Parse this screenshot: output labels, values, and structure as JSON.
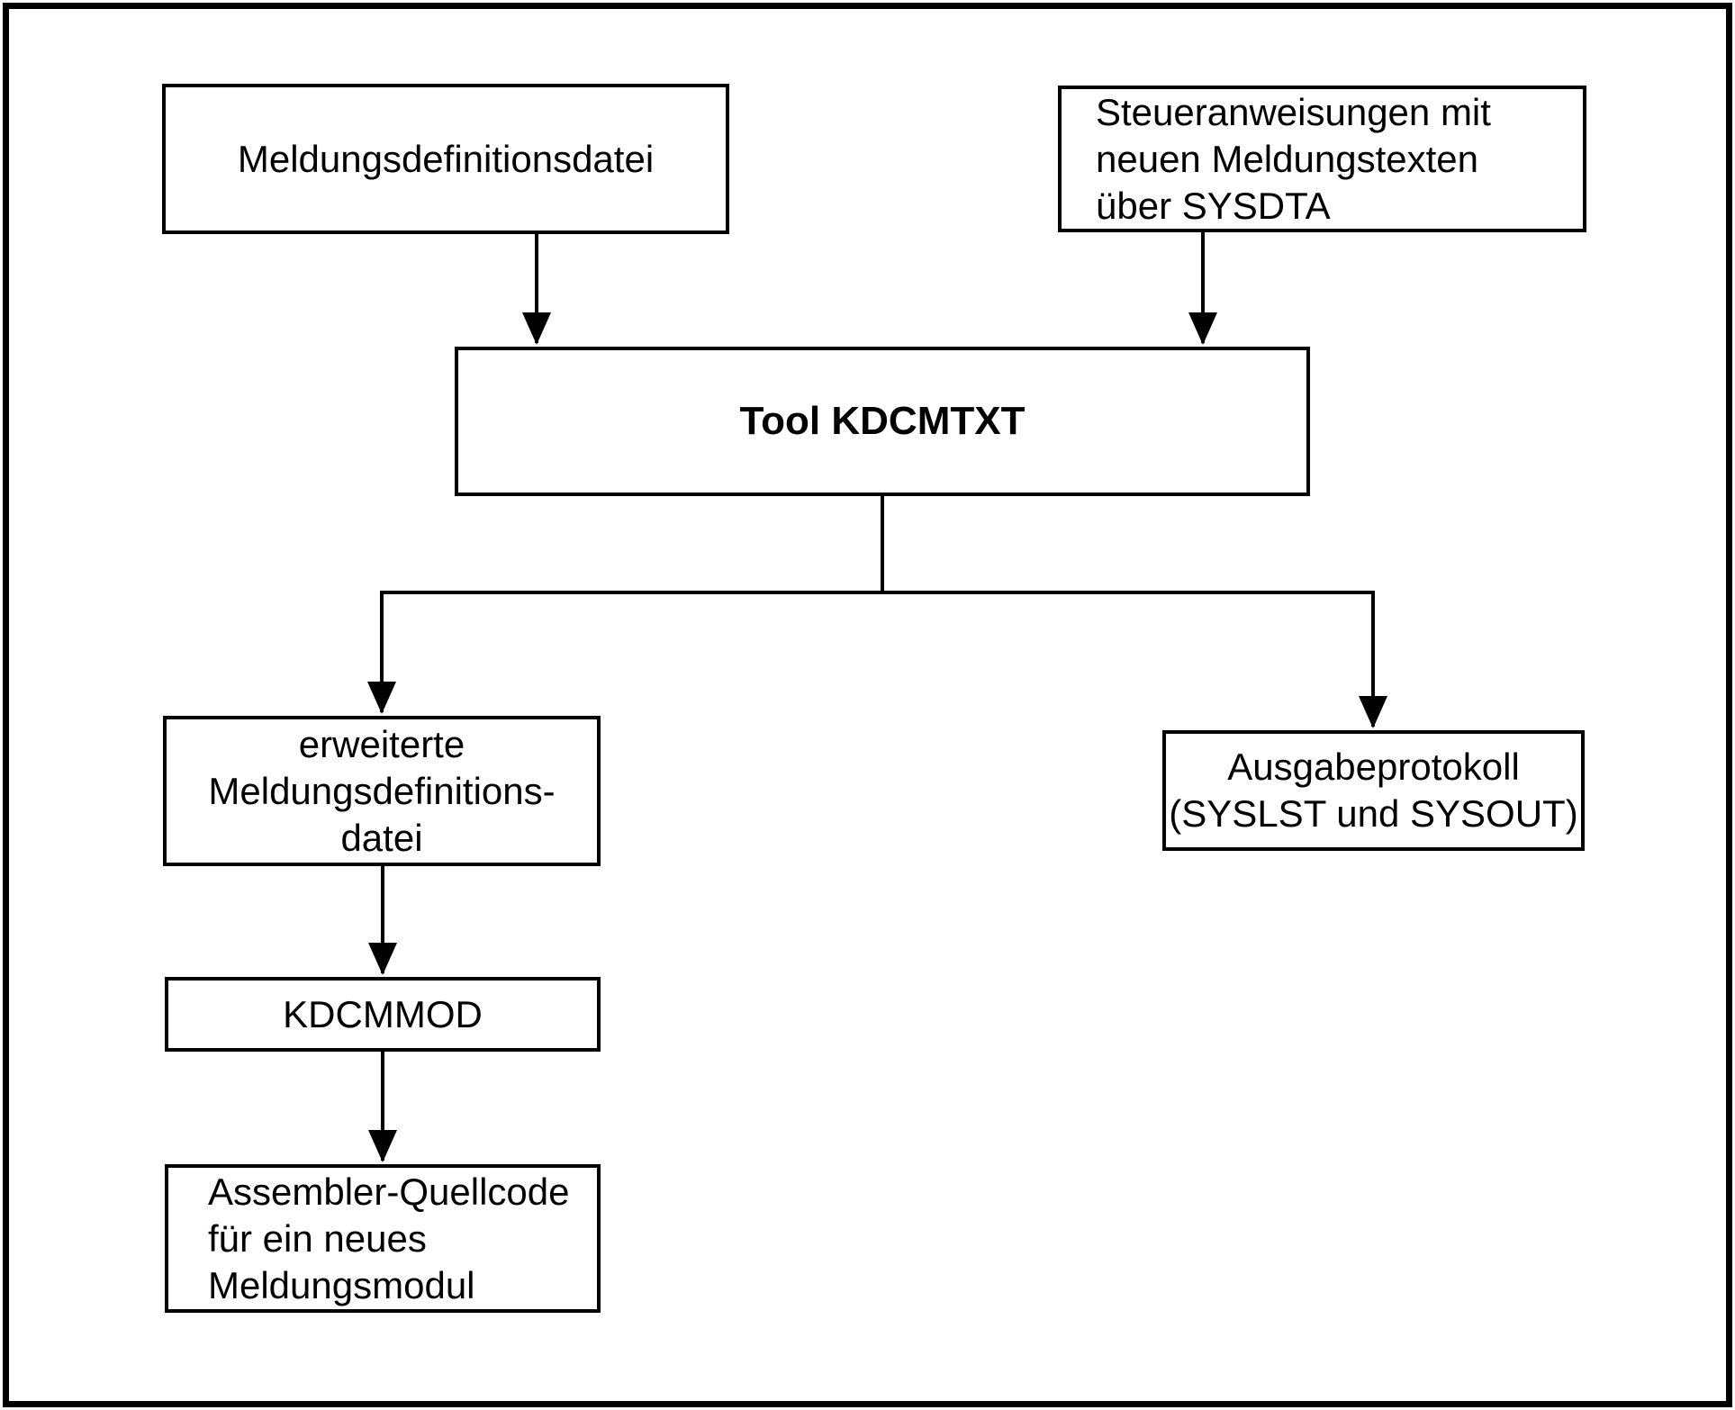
{
  "diagram": {
    "colors": {
      "line": "#000000",
      "background": "#ffffff",
      "text": "#000000"
    },
    "nodes": {
      "meldungsdefinitionsdatei": {
        "label": "Meldungsdefinitionsdatei"
      },
      "steueranweisungen": {
        "lines": [
          "Steueranweisungen mit",
          "neuen Meldungstexten",
          "über SYSDTA"
        ]
      },
      "tool_kdcmtxt": {
        "label": "Tool KDCMTXT"
      },
      "erweiterte_datei": {
        "lines": [
          "erweiterte",
          "Meldungsdefinitions-",
          "datei"
        ]
      },
      "ausgabeprotokoll": {
        "lines": [
          "Ausgabeprotokoll",
          "(SYSLST und SYSOUT)"
        ]
      },
      "kdcmmod": {
        "label": "KDCMMOD"
      },
      "assembler_quellcode": {
        "lines": [
          "Assembler-Quellcode",
          "für ein neues",
          "Meldungsmodul"
        ]
      }
    }
  }
}
